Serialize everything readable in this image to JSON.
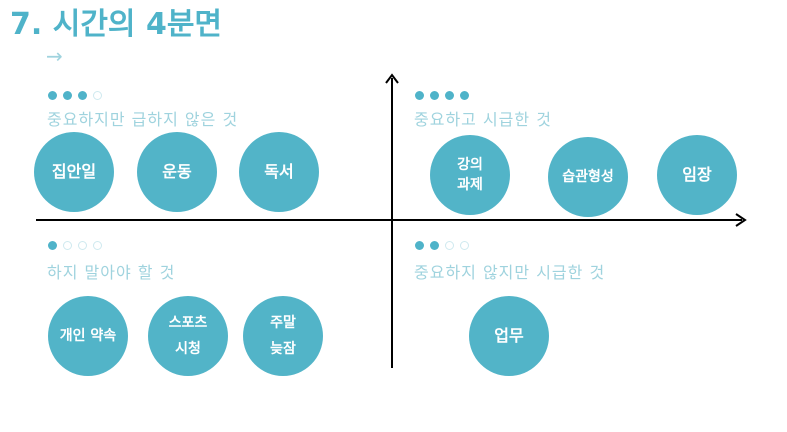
{
  "title": "7. 시간의 4분면",
  "arrow": "→",
  "colors": {
    "accent": "#52b4c8",
    "label": "#9fd3de"
  },
  "quadrants": {
    "top_left": {
      "label": "중요하지만 급하지 않은 것",
      "rating": 3,
      "items": [
        [
          "집안일"
        ],
        [
          "운동"
        ],
        [
          "독서"
        ]
      ]
    },
    "top_right": {
      "label": "중요하고 시급한 것",
      "rating": 4,
      "items": [
        [
          "강의",
          "과제"
        ],
        [
          "습관형성"
        ],
        [
          "임장"
        ]
      ]
    },
    "bottom_left": {
      "label": "하지 말아야 할 것",
      "rating": 1,
      "items": [
        [
          "개인 약속"
        ],
        [
          "스포츠",
          "시청"
        ],
        [
          "주말",
          "늦잠"
        ]
      ]
    },
    "bottom_right": {
      "label": "중요하지 않지만 시급한 것",
      "rating": 2,
      "items": [
        [
          "업무"
        ]
      ]
    }
  }
}
